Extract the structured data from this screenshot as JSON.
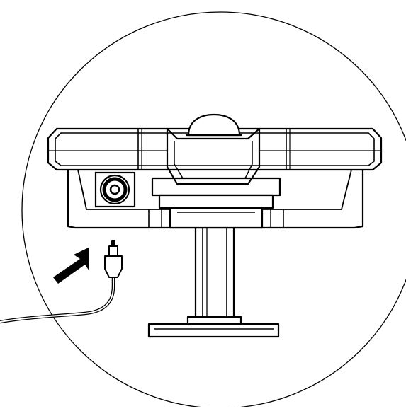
{
  "figure": {
    "kind": "installation-illustration",
    "subject": "camera-rear-view-with-power-connector",
    "style": "black-line-art",
    "line_color": "#000000",
    "fill_color": "#ffffff",
    "frame": "circle"
  },
  "parts": {
    "camera_body": {
      "icon": "camera-housing"
    },
    "dome": {
      "icon": "light-sensor-dome"
    },
    "dc_jack": {
      "icon": "power-socket"
    },
    "stand": {
      "icon": "mounting-stand"
    },
    "base": {
      "icon": "stand-base"
    },
    "plug": {
      "icon": "dc-plug"
    },
    "cable": {
      "icon": "power-cable"
    },
    "arrow": {
      "icon": "insert-arrow",
      "direction": "up-right"
    }
  }
}
